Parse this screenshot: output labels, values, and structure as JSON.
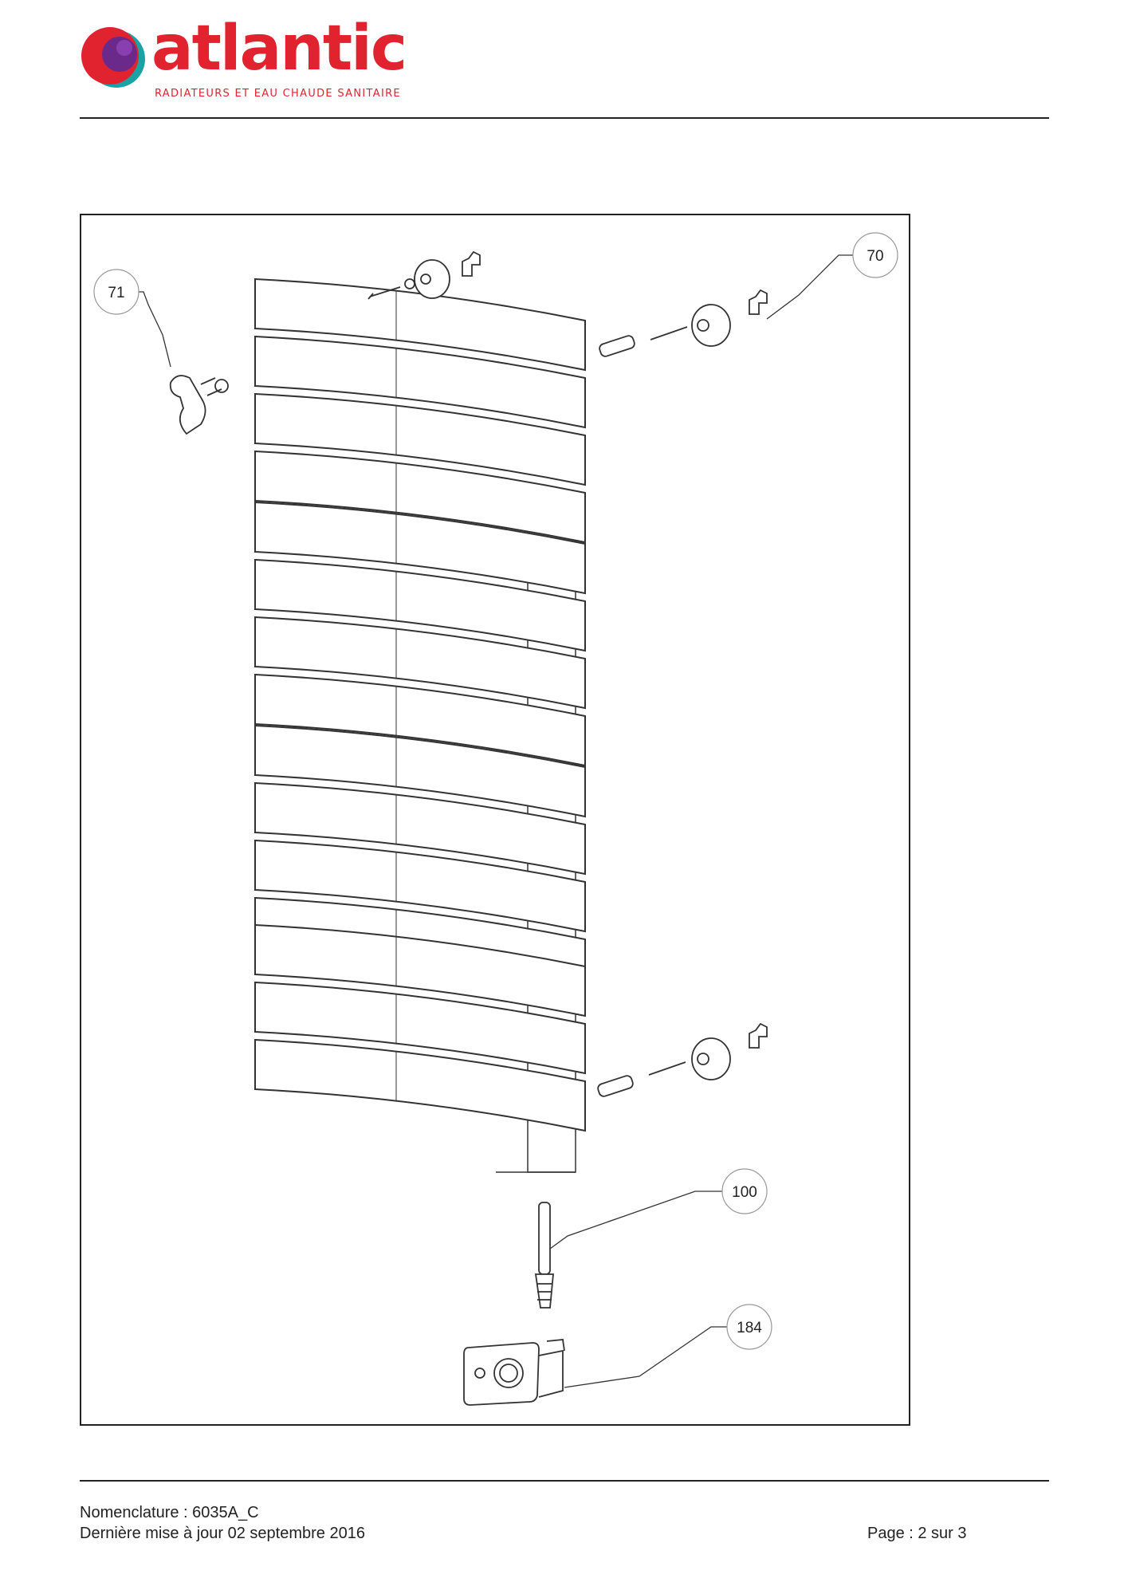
{
  "header": {
    "brand_name": "atlantic",
    "brand_tagline": "RADIATEURS ET EAU CHAUDE SANITAIRE"
  },
  "diagram": {
    "callouts": [
      {
        "id": "71"
      },
      {
        "id": "70"
      },
      {
        "id": "100"
      },
      {
        "id": "184"
      }
    ]
  },
  "footer": {
    "nomenclature": "Nomenclature : 6035A_C",
    "last_update": "Dernière mise à jour 02 septembre 2016",
    "page": "Page : 2 sur 3"
  },
  "colors": {
    "brand_red": "#e0232e",
    "logo_purple": "#6b2a8a",
    "logo_teal": "#1ba3a3",
    "line": "#222222"
  }
}
